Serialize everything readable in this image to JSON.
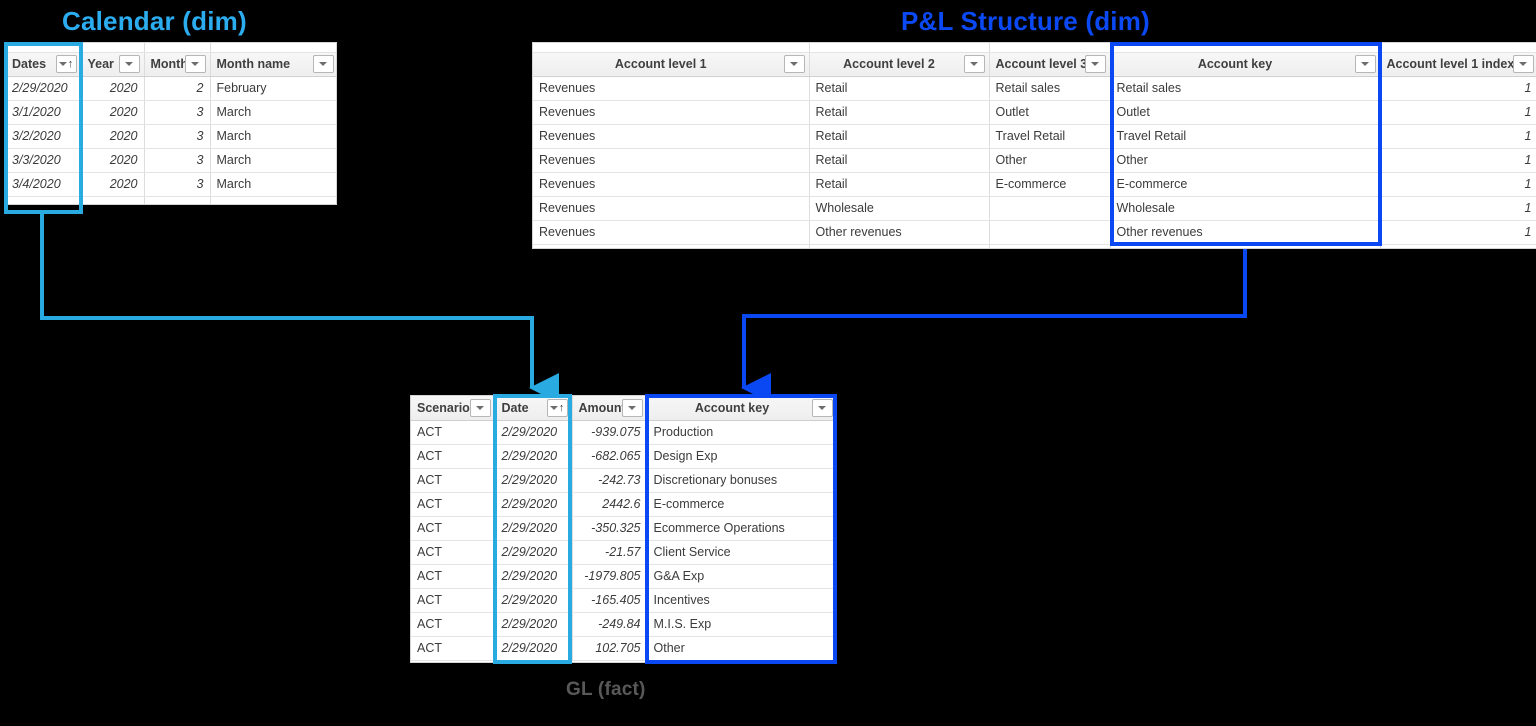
{
  "titles": {
    "calendar": "Calendar (dim)",
    "pl": "P&L Structure (dim)",
    "gl": "GL (fact)"
  },
  "colors": {
    "accent_cyan": "#29ABE2",
    "accent_blue": "#0A48F4",
    "gl_label": "#595959",
    "background": "#000000",
    "header_bg": "#F2F2F2"
  },
  "calendar_table": {
    "name": "Calendar (dim)",
    "columns": [
      "Dates",
      "Year",
      "Month",
      "Month name"
    ],
    "header_icons": [
      "filter-sort-asc-icon",
      "filter-icon",
      "filter-icon",
      "filter-icon"
    ],
    "highlighted_column": "Dates",
    "rows": [
      {
        "dates": "2/29/2020",
        "year": "2020",
        "month": "2",
        "month_name": "February"
      },
      {
        "dates": "3/1/2020",
        "year": "2020",
        "month": "3",
        "month_name": "March"
      },
      {
        "dates": "3/2/2020",
        "year": "2020",
        "month": "3",
        "month_name": "March"
      },
      {
        "dates": "3/3/2020",
        "year": "2020",
        "month": "3",
        "month_name": "March"
      },
      {
        "dates": "3/4/2020",
        "year": "2020",
        "month": "3",
        "month_name": "March"
      }
    ]
  },
  "pl_table": {
    "name": "P&L Structure (dim)",
    "columns": [
      "Account level 1",
      "Account level 2",
      "Account level 3",
      "Account key",
      "Account level 1 index"
    ],
    "header_icons": [
      "filter-icon",
      "filter-icon",
      "filter-icon",
      "filter-icon",
      "filter-icon"
    ],
    "highlighted_column": "Account key",
    "rows": [
      {
        "l1": "Revenues",
        "l2": "Retail",
        "l3": "Retail sales",
        "key": "Retail sales",
        "idx": "1"
      },
      {
        "l1": "Revenues",
        "l2": "Retail",
        "l3": "Outlet",
        "key": "Outlet",
        "idx": "1"
      },
      {
        "l1": "Revenues",
        "l2": "Retail",
        "l3": "Travel Retail",
        "key": "Travel Retail",
        "idx": "1"
      },
      {
        "l1": "Revenues",
        "l2": "Retail",
        "l3": "Other",
        "key": "Other",
        "idx": "1"
      },
      {
        "l1": "Revenues",
        "l2": "Retail",
        "l3": "E-commerce",
        "key": "E-commerce",
        "idx": "1"
      },
      {
        "l1": "Revenues",
        "l2": "Wholesale",
        "l3": "",
        "key": "Wholesale",
        "idx": "1"
      },
      {
        "l1": "Revenues",
        "l2": "Other revenues",
        "l3": "",
        "key": "Other revenues",
        "idx": "1"
      }
    ]
  },
  "gl_table": {
    "name": "GL (fact)",
    "columns": [
      "Scenario",
      "Date",
      "Amount",
      "Account key"
    ],
    "header_icons": [
      "filter-icon",
      "filter-sort-asc-icon",
      "filter-icon",
      "filter-icon"
    ],
    "highlighted_columns": [
      "Date",
      "Account key"
    ],
    "rows": [
      {
        "scenario": "ACT",
        "date": "2/29/2020",
        "amount": "-939.075",
        "key": "Production"
      },
      {
        "scenario": "ACT",
        "date": "2/29/2020",
        "amount": "-682.065",
        "key": "Design Exp"
      },
      {
        "scenario": "ACT",
        "date": "2/29/2020",
        "amount": "-242.73",
        "key": "Discretionary bonuses"
      },
      {
        "scenario": "ACT",
        "date": "2/29/2020",
        "amount": "2442.6",
        "key": "E-commerce"
      },
      {
        "scenario": "ACT",
        "date": "2/29/2020",
        "amount": "-350.325",
        "key": "Ecommerce Operations"
      },
      {
        "scenario": "ACT",
        "date": "2/29/2020",
        "amount": "-21.57",
        "key": "Client Service"
      },
      {
        "scenario": "ACT",
        "date": "2/29/2020",
        "amount": "-1979.805",
        "key": "G&A Exp"
      },
      {
        "scenario": "ACT",
        "date": "2/29/2020",
        "amount": "-165.405",
        "key": "Incentives"
      },
      {
        "scenario": "ACT",
        "date": "2/29/2020",
        "amount": "-249.84",
        "key": "M.I.S. Exp"
      },
      {
        "scenario": "ACT",
        "date": "2/29/2020",
        "amount": "102.705",
        "key": "Other"
      }
    ]
  },
  "relationships": [
    {
      "name": "calendar-dates-to-gl-date",
      "from": "Calendar.Dates",
      "to": "GL.Date",
      "color": "#29ABE2"
    },
    {
      "name": "pl-account-key-to-gl-account-key",
      "from": "P&L Structure.Account key",
      "to": "GL.Account key",
      "color": "#0A48F4"
    }
  ]
}
